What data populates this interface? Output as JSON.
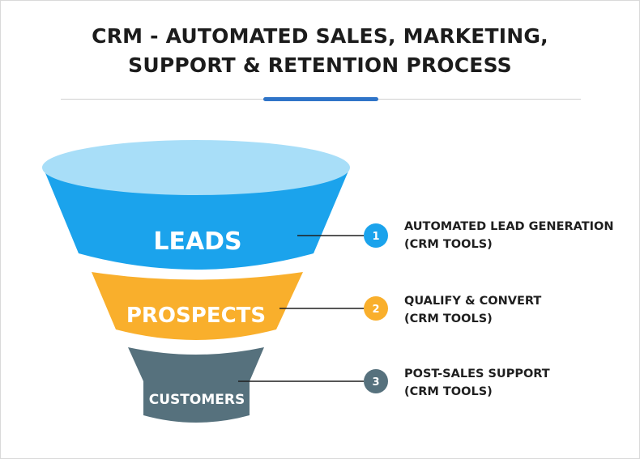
{
  "title": {
    "line1": "CRM - AUTOMATED SALES, MARKETING,",
    "line2": "SUPPORT & RETENTION PROCESS"
  },
  "colors": {
    "leads": "#1ba3ec",
    "leads_top": "#a8def8",
    "prospects": "#f9af2c",
    "customers": "#56717d",
    "accent": "#2f74c8"
  },
  "funnel": {
    "stages": [
      {
        "label": "LEADS"
      },
      {
        "label": "PROSPECTS"
      },
      {
        "label": "CUSTOMERS"
      }
    ]
  },
  "steps": [
    {
      "number": "1",
      "line1": "AUTOMATED LEAD GENERATION",
      "line2": "(CRM TOOLS)"
    },
    {
      "number": "2",
      "line1": "QUALIFY & CONVERT",
      "line2": "(CRM TOOLS)"
    },
    {
      "number": "3",
      "line1": "POST-SALES SUPPORT",
      "line2": "(CRM TOOLS)"
    }
  ]
}
